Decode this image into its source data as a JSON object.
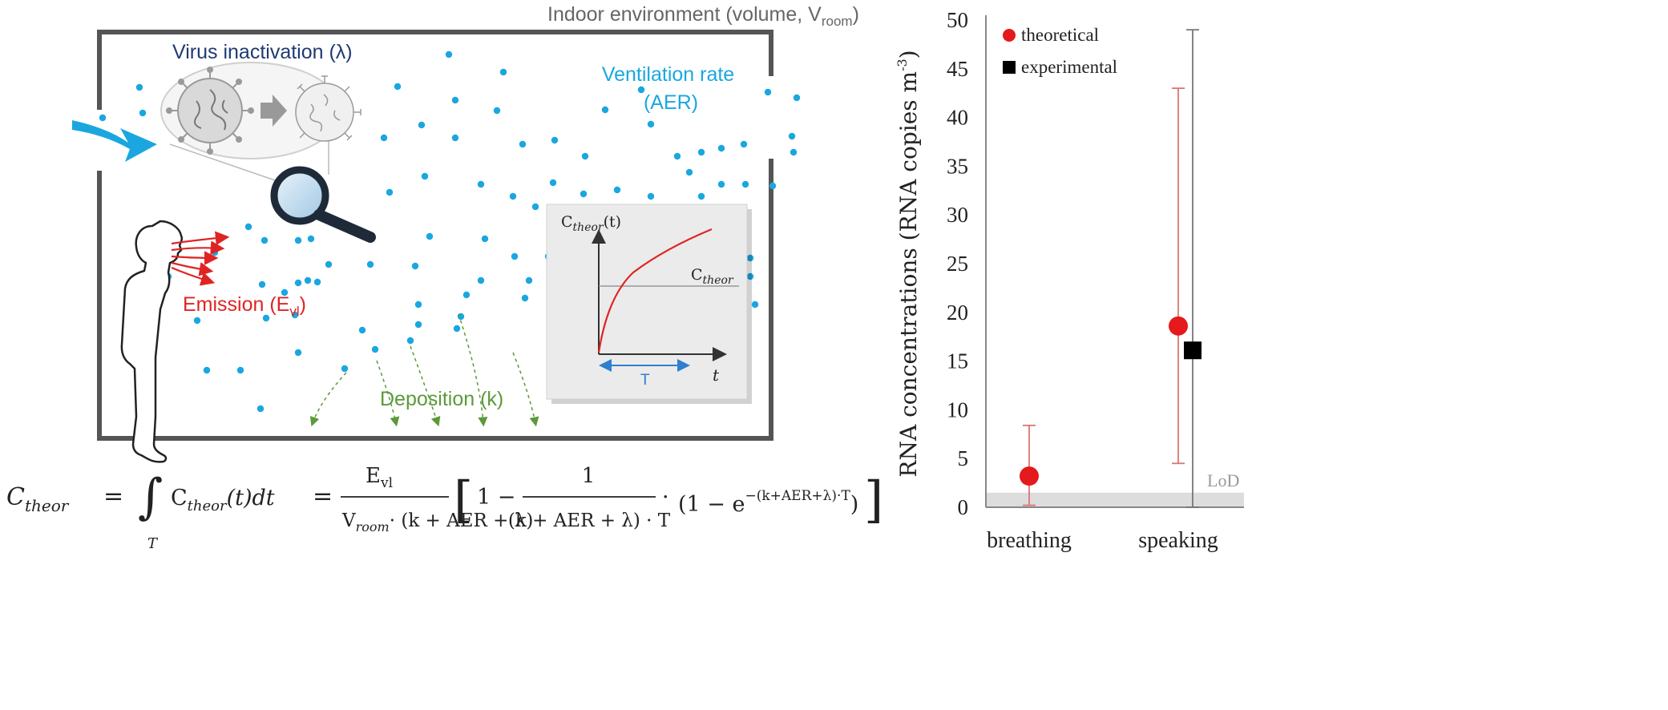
{
  "diagram": {
    "room_title": "Indoor environment (volume, V",
    "room_title_sub": "room",
    "room_title_close": ")",
    "inactivation_label": "Virus inactivation (λ)",
    "ventilation_label_line1": "Ventilation rate",
    "ventilation_label_line2": "(AER)",
    "emission_label": "Emission (E",
    "emission_label_sub": "vl",
    "emission_label_close": ")",
    "deposition_label": "Deposition (k)",
    "inset": {
      "y_label": "C",
      "y_label_sub": "theor",
      "y_label_arg": "(t)",
      "level_label": "C",
      "level_label_sub": "theor",
      "period_label": "T",
      "x_label": "t"
    },
    "colors": {
      "particle": "#1aa7e0",
      "inactivation": "#1f3a73",
      "emission": "#e02424",
      "deposition": "#5a9a3a",
      "room_border": "#555555",
      "period": "#2f7fd0"
    }
  },
  "formula": {
    "lhs": "C",
    "lhs_sub": "theor",
    "eq1": "=",
    "integral_sub": "T",
    "integrand": "C",
    "integrand_sub": "theor",
    "integrand_rest": "(t)dt",
    "eq2": "=",
    "frac1_num": "E",
    "frac1_num_sub": "vl",
    "frac1_den_v": "V",
    "frac1_den_v_sub": "room",
    "frac1_den_rest": "· (k + AER + λ)",
    "bracket_open": "[",
    "one": "1 −",
    "frac2_num": "1",
    "frac2_den": "(k + AER + λ) · T",
    "dot": "·",
    "paren_expr": "(1 − e",
    "exponent": "−(k+AER+λ)·T",
    "paren_close": ")",
    "bracket_close": "]"
  },
  "chart_data": {
    "type": "scatter",
    "categories": [
      "breathing",
      "speaking"
    ],
    "series": [
      {
        "name": "theoretical",
        "color": "#e41a1c",
        "marker": "circle",
        "points": [
          {
            "category": "breathing",
            "value": 3.2,
            "err_low": 0.2,
            "err_high": 8.4
          },
          {
            "category": "speaking",
            "value": 18.6,
            "err_low": 4.5,
            "err_high": 43.0
          }
        ]
      },
      {
        "name": "experimental",
        "color": "#000000",
        "marker": "square",
        "points": [
          {
            "category": "speaking",
            "value": 16.1,
            "err_low": 0,
            "err_high": 49.0
          }
        ]
      }
    ],
    "ylabel": "RNA concentrations (RNA copies m",
    "ylabel_sup": "-3",
    "ylabel_close": ")",
    "ylim": [
      0,
      50
    ],
    "yticks": [
      0,
      5,
      10,
      15,
      20,
      25,
      30,
      35,
      40,
      45,
      50
    ],
    "lod_label": "LoD",
    "lod_value": 1.5,
    "legend_position": "top-left"
  }
}
